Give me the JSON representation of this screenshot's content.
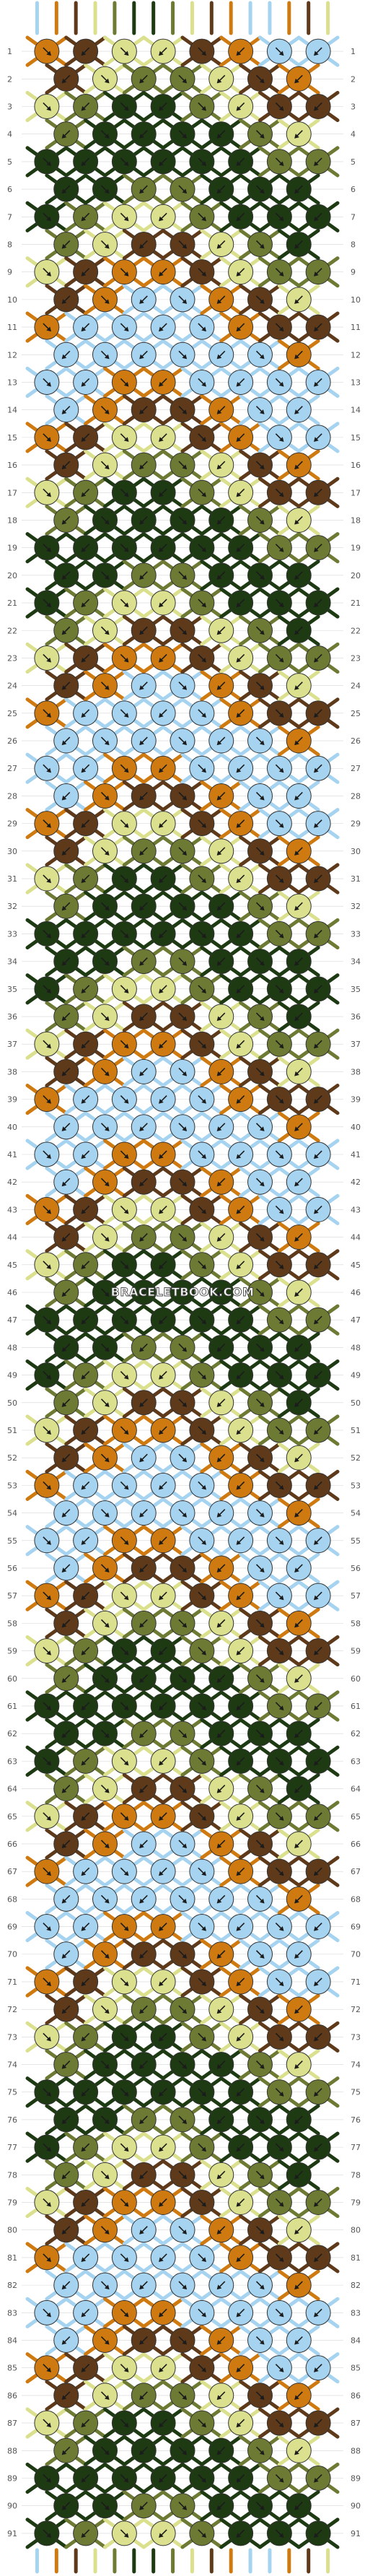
{
  "pattern": {
    "rows": 91,
    "knots_per_row_even": 8,
    "knots_per_row_odd": 7,
    "watermark": "BRACELETBOOK.COM",
    "colors": {
      "A": "#a5d3f0",
      "B": "#cf7a10",
      "C": "#5e3a1a",
      "D": "#dbe08e",
      "E": "#6c7a33",
      "F": "#1d3a12"
    },
    "strands": [
      "A",
      "B",
      "C",
      "D",
      "E",
      "F",
      "F",
      "E",
      "D",
      "C",
      "B",
      "A",
      "A",
      "B",
      "C",
      "D"
    ],
    "rows_knots": [
      "BCDDCBAA",
      "CDEEDCB",
      "DEFFEDCC",
      "EFFFFED",
      "FFFFFFEE",
      "FFEEFFF",
      "FEDDEFFF",
      "EDCCDEF",
      "DCBBCDEE",
      "CBAABCD",
      "BAAAABCC",
      "AAAAAAB",
      "AABBAAAA",
      "ABCCBAA",
      "BCDDCBAA",
      "CDEEDCB",
      "DEFFEDCC",
      "EFFFFED",
      "FFFFFFEE",
      "FFEEFFF",
      "FEDDEFFF",
      "EDCCDEF",
      "DCBBCDEE",
      "CBAABCD",
      "BAAAABCC",
      "AAAAAAB",
      "AABBAAAA",
      "ABCCBAA",
      "BCDDCBAA",
      "CDEEDCB",
      "DEFFEDCC",
      "EFFFFED",
      "FFFFFFEE",
      "FFEEFFF",
      "FEDDEFFF",
      "EDCCDEF",
      "DCBBCDEE",
      "CBAABCD",
      "BAAAABCC",
      "AAAAAAB",
      "AABBAAAA",
      "ABCCBAA",
      "BCDDCBAA",
      "CDEEDCB",
      "DEFFEDCC",
      "EFFFFED",
      "FFFFFFEE",
      "FFEEFFF",
      "FEDDEFFF",
      "EDCCDEF",
      "DCBBCDEE",
      "CBAABCD",
      "BAAAABCC",
      "AAAAAAB",
      "AABBAAAA",
      "ABCCBAA",
      "BCDDCBAA",
      "CDEEDCB",
      "DEFFEDCC",
      "EFFFFED",
      "FFFFFFEE",
      "FFEEFFF",
      "FEDDEFFF",
      "EDCCDEF",
      "DCBBCDEE",
      "CBAABCD",
      "BAAAABCC",
      "AAAAAAB",
      "AABBAAAA",
      "ABCCBAA",
      "BCDDCBAA",
      "CDEEDCB",
      "DEFFEDCC",
      "EFFFFED",
      "FFFFFFEE",
      "FFEEFFF",
      "FEDDEFFF",
      "EDCCDEF",
      "DCBBCDEE",
      "CBAABCD",
      "BAAAABCC",
      "AAAAAAB",
      "AABBAAAA",
      "ABCCBAA",
      "BCDDCBAA",
      "CDEEDCB",
      "DEFFEDCC",
      "EFFFFED",
      "FFFFFFEE",
      "FFEEFFF",
      "FEDDEFFF"
    ]
  }
}
